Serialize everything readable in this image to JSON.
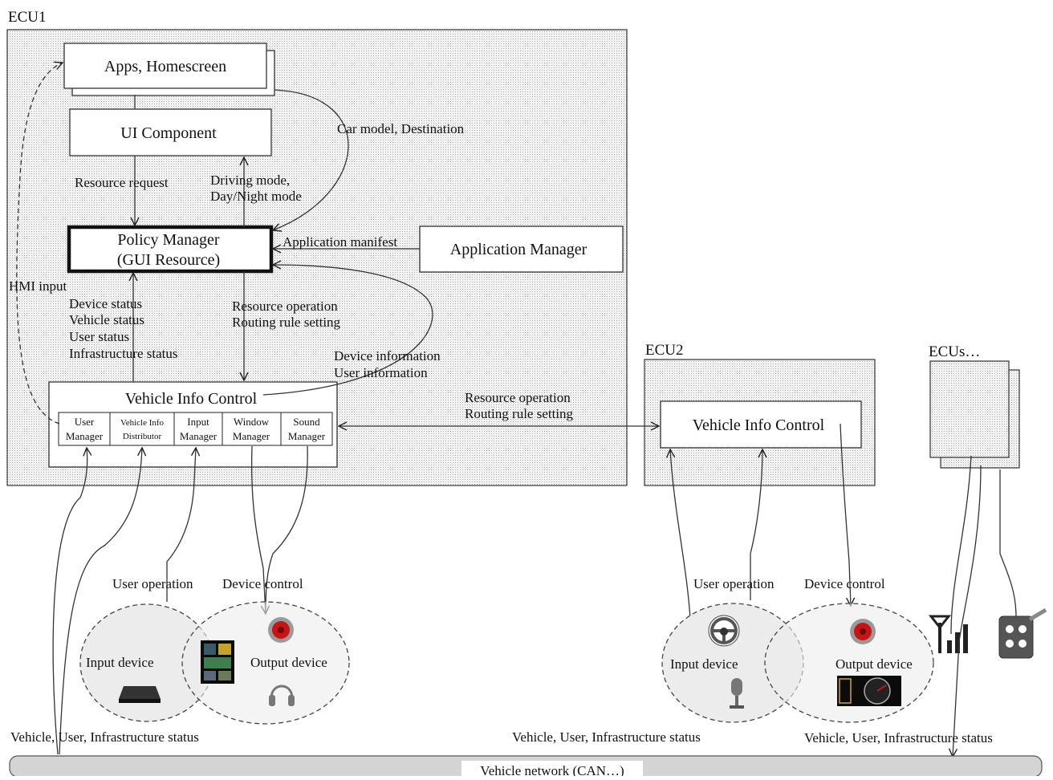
{
  "ecu_labels": {
    "ecu1": "ECU1",
    "ecu2": "ECU2",
    "ecus": "ECUs…"
  },
  "ecu1": {
    "apps": "Apps,  Homescreen",
    "ui_component": "UI  Component",
    "policy_manager_line1": "Policy  Manager",
    "policy_manager_line2": "(GUI  Resource)",
    "application_manager": "Application  Manager",
    "vehicle_info_control": "Vehicle  Info  Control",
    "submodules": [
      {
        "line1": "User",
        "line2": "Manager"
      },
      {
        "line1": "Vehicle Info",
        "line2": "Distributor"
      },
      {
        "line1": "Input",
        "line2": "Manager"
      },
      {
        "line1": "Window",
        "line2": "Manager"
      },
      {
        "line1": "Sound",
        "line2": "Manager"
      }
    ]
  },
  "flow_labels": {
    "car_model": "Car model, Destination",
    "resource_request": "Resource request",
    "driving_mode_1": "Driving mode,",
    "driving_mode_2": "Day/Night mode",
    "application_manifest": "Application manifest",
    "hmi_input": "HMI input",
    "status": [
      "Device status",
      "Vehicle status",
      "User status",
      "Infrastructure status"
    ],
    "resource_op_1": "Resource operation",
    "resource_op_2": "Routing rule setting",
    "device_info_1": "Device information",
    "device_info_2": "User information",
    "mid_resource_op_1": "Resource operation",
    "mid_resource_op_2": "Routing rule setting"
  },
  "ecu2": {
    "vehicle_info_control": "Vehicle  Info  Control"
  },
  "devices": {
    "left": {
      "user_operation": "User operation",
      "device_control": "Device control",
      "input_device": "Input device",
      "output_device": "Output device"
    },
    "right": {
      "user_operation": "User operation",
      "device_control": "Device control",
      "input_device": "Input device",
      "output_device": "Output device"
    }
  },
  "bottom": {
    "status_left": "Vehicle, User, Infrastructure status",
    "status_mid": "Vehicle, User, Infrastructure status",
    "status_right": "Vehicle, User, Infrastructure status",
    "network": "Vehicle network (CAN…)"
  },
  "icons": [
    "speaker-icon",
    "headphones-icon",
    "keyboard-icon",
    "touchscreen-icon",
    "steering-wheel-icon",
    "microphone-icon",
    "meter-icon",
    "antenna-icon",
    "key-fob-icon"
  ]
}
